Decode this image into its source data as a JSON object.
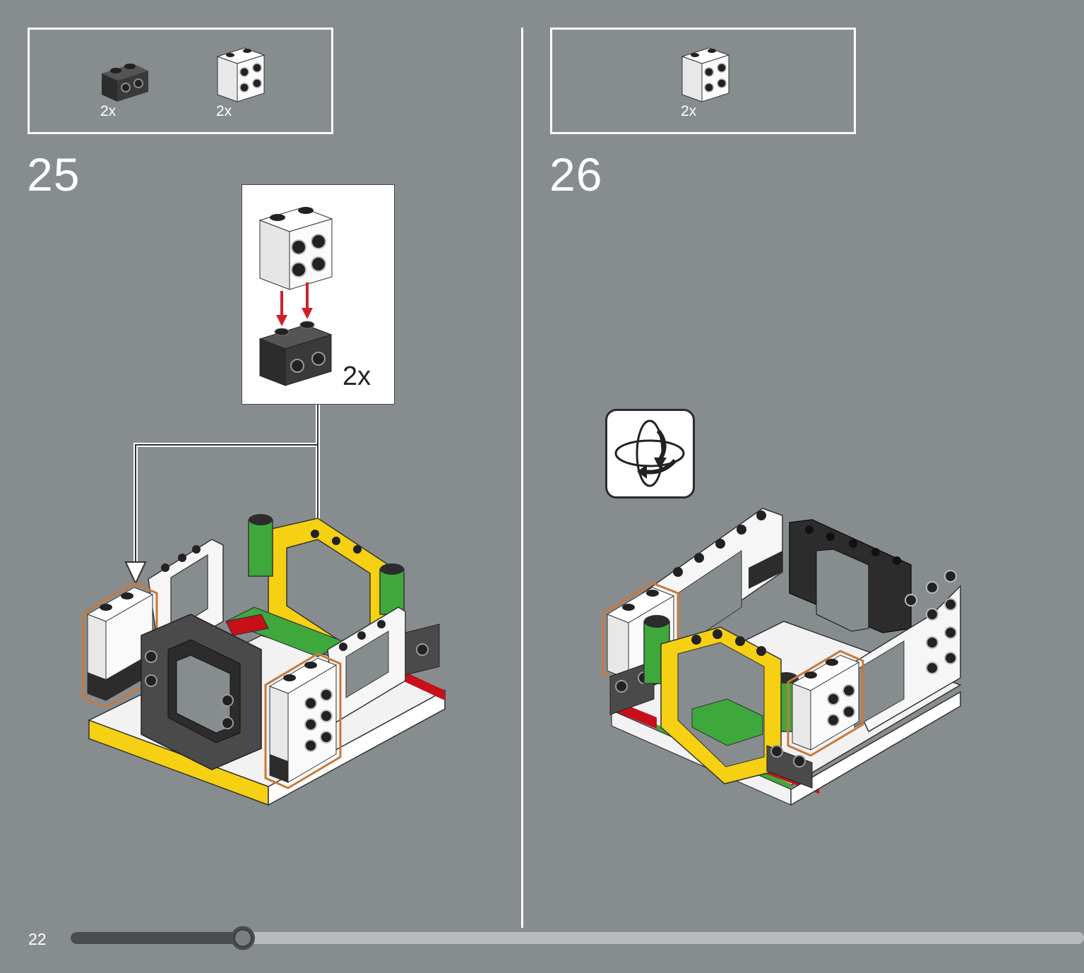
{
  "page": {
    "number": "22"
  },
  "progress": {
    "fraction": 0.17,
    "track_color": "#4a4d4f",
    "remain_color": "#b7bbbd"
  },
  "steps": [
    {
      "number": "25",
      "parts": [
        {
          "name": "black-1x2-brick-studs-on-side",
          "qty": "2x"
        },
        {
          "name": "white-2x2-brick-studs-on-side",
          "qty": "2x"
        }
      ],
      "callout": {
        "qty": "2x"
      }
    },
    {
      "number": "26",
      "parts": [
        {
          "name": "white-2x2-brick-studs-on-side",
          "qty": "2x"
        }
      ],
      "rotate_icon": "rotate-model-icon"
    }
  ],
  "colors": {
    "background": "#878d8f",
    "brick_white": "#f4f4f4",
    "brick_black": "#2c2c2c",
    "brick_yellow": "#f6d012",
    "brick_green": "#3fa83d",
    "brick_red": "#c8101b",
    "highlight_outline": "#c8783a",
    "arrow_red": "#d0202a"
  }
}
